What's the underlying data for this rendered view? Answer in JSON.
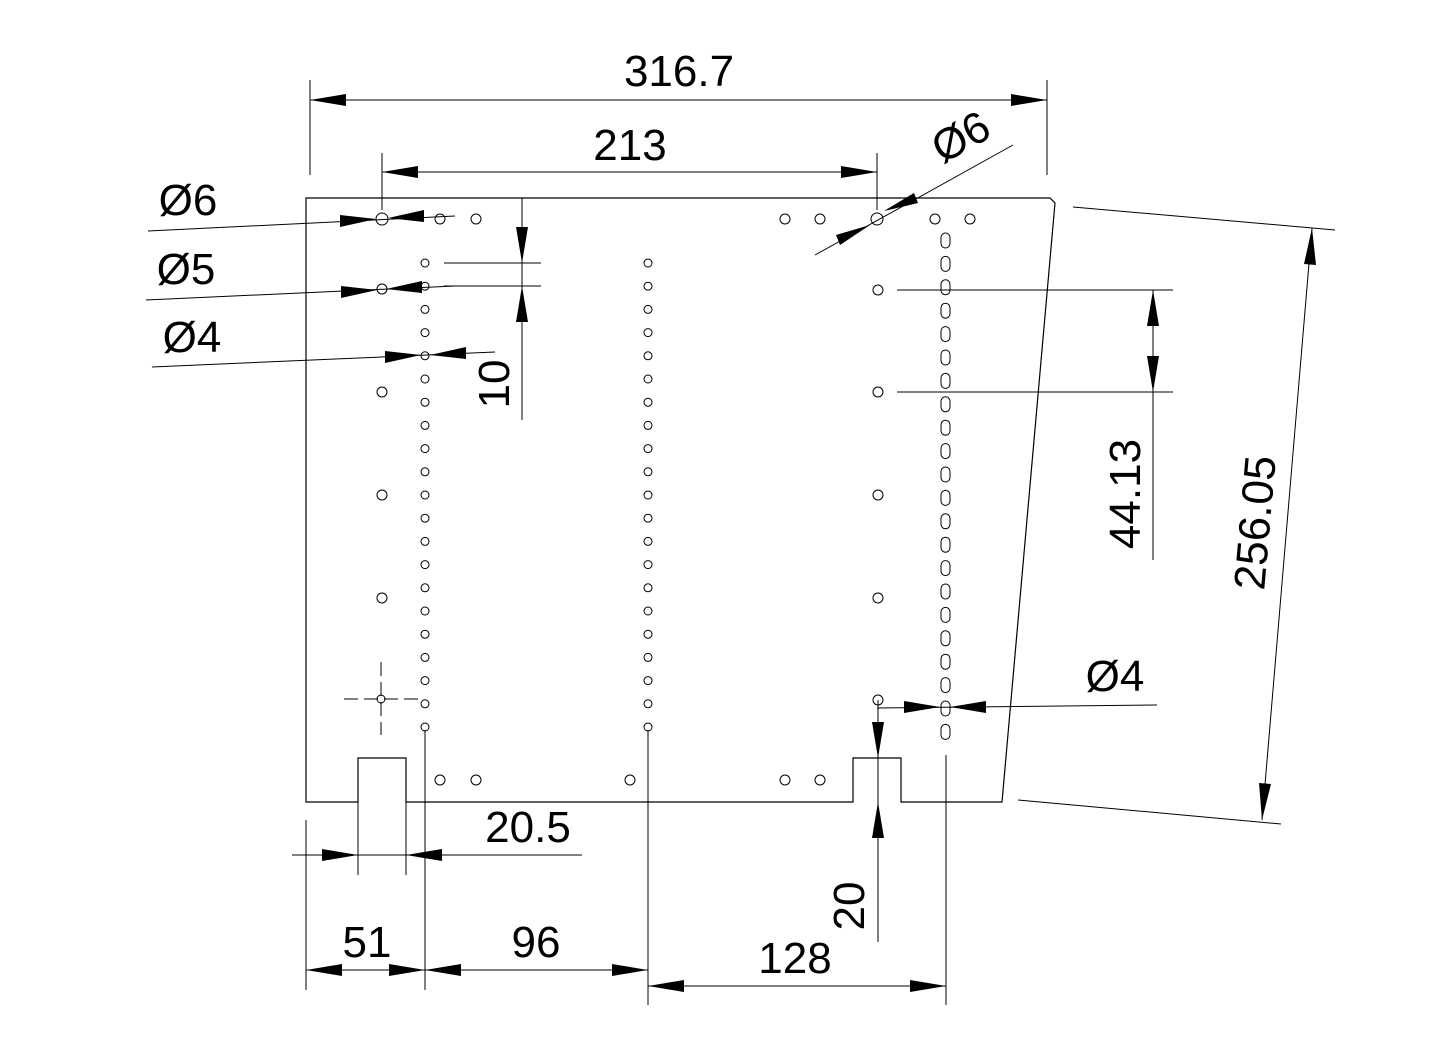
{
  "drawing": {
    "line_color": "#000000",
    "background": "#ffffff",
    "dimensions": {
      "overall_width": "316.7",
      "top_hole_span": "213",
      "top_right_hole_dia": "Ø6",
      "left_hole_dia_top": "Ø6",
      "left_hole_dia_mid": "Ø5",
      "left_hole_dia_small": "Ø4",
      "vertical_spacing": "10",
      "mount_hole_pitch": "44.13",
      "overall_height": "256.05",
      "slot_dia": "Ø4",
      "tab_width": "20.5",
      "tab_height": "20",
      "offset_left": "51",
      "offset_mid": "96",
      "offset_right": "128"
    }
  }
}
